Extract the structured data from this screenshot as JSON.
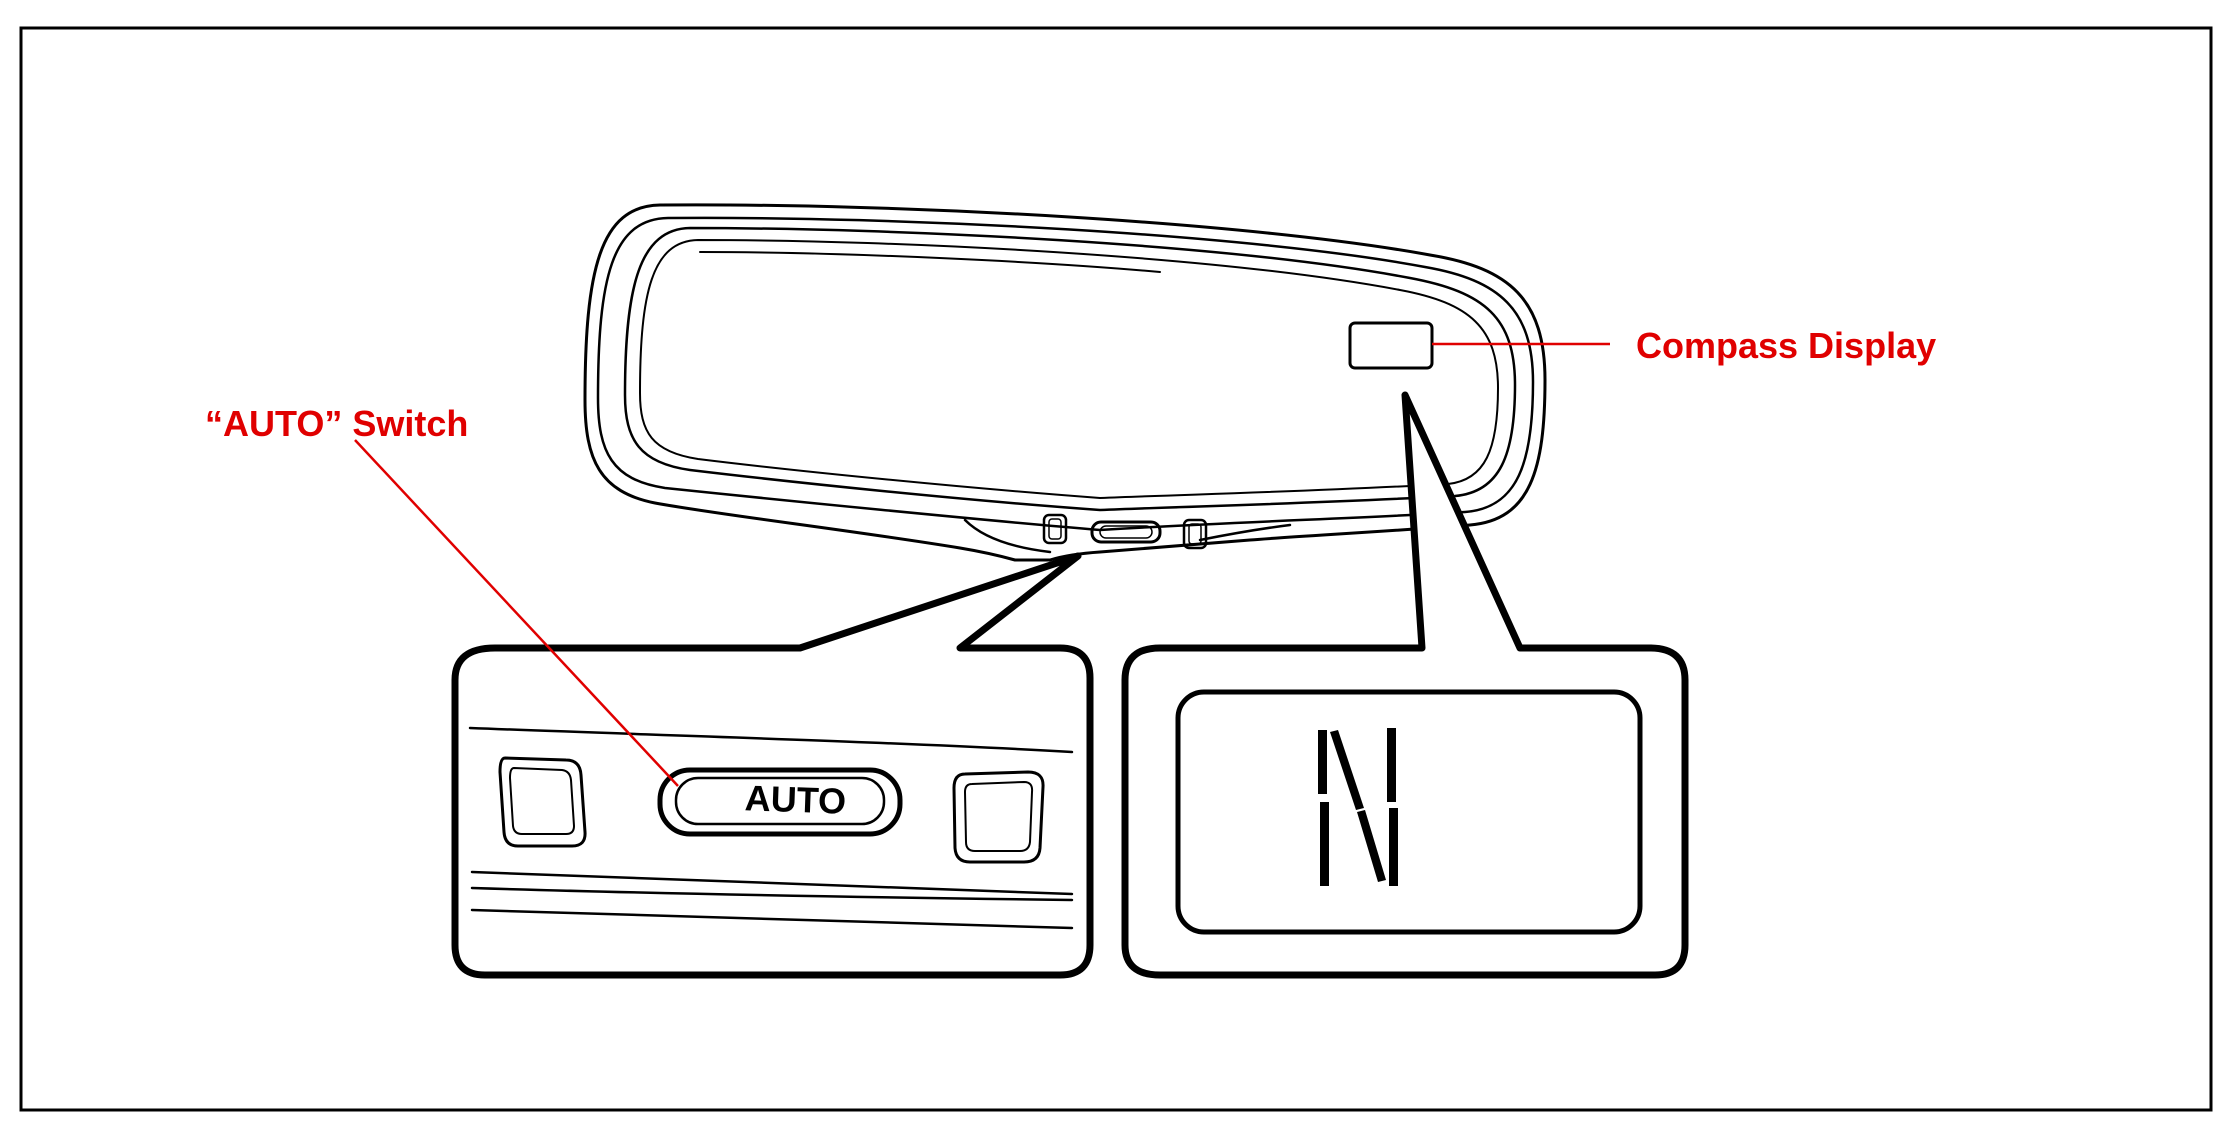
{
  "labels": {
    "auto_switch": "“AUTO” Switch",
    "compass_display": "Compass Display",
    "auto_button": "AUTO",
    "compass_heading": "N"
  },
  "colors": {
    "callout": "#e00000",
    "line": "#000000",
    "background": "#ffffff"
  }
}
